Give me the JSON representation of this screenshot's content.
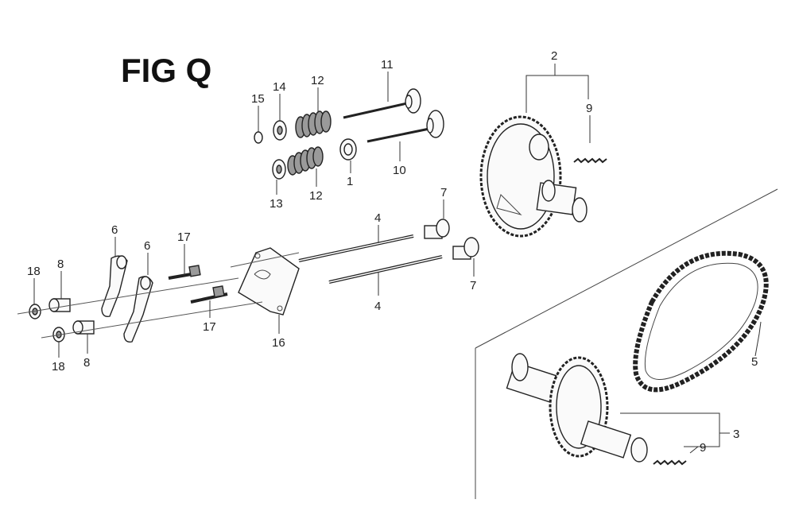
{
  "figure": {
    "title": "FIG Q"
  },
  "callouts": {
    "c1": "1",
    "c2": "2",
    "c3": "3",
    "c4a": "4",
    "c4b": "4",
    "c5": "5",
    "c6a": "6",
    "c6b": "6",
    "c7a": "7",
    "c7b": "7",
    "c8a": "8",
    "c8b": "8",
    "c9a": "9",
    "c9b": "9",
    "c10": "10",
    "c11": "11",
    "c12a": "12",
    "c12b": "12",
    "c13": "13",
    "c14": "14",
    "c15": "15",
    "c16": "16",
    "c17a": "17",
    "c17b": "17",
    "c18a": "18",
    "c18b": "18"
  }
}
